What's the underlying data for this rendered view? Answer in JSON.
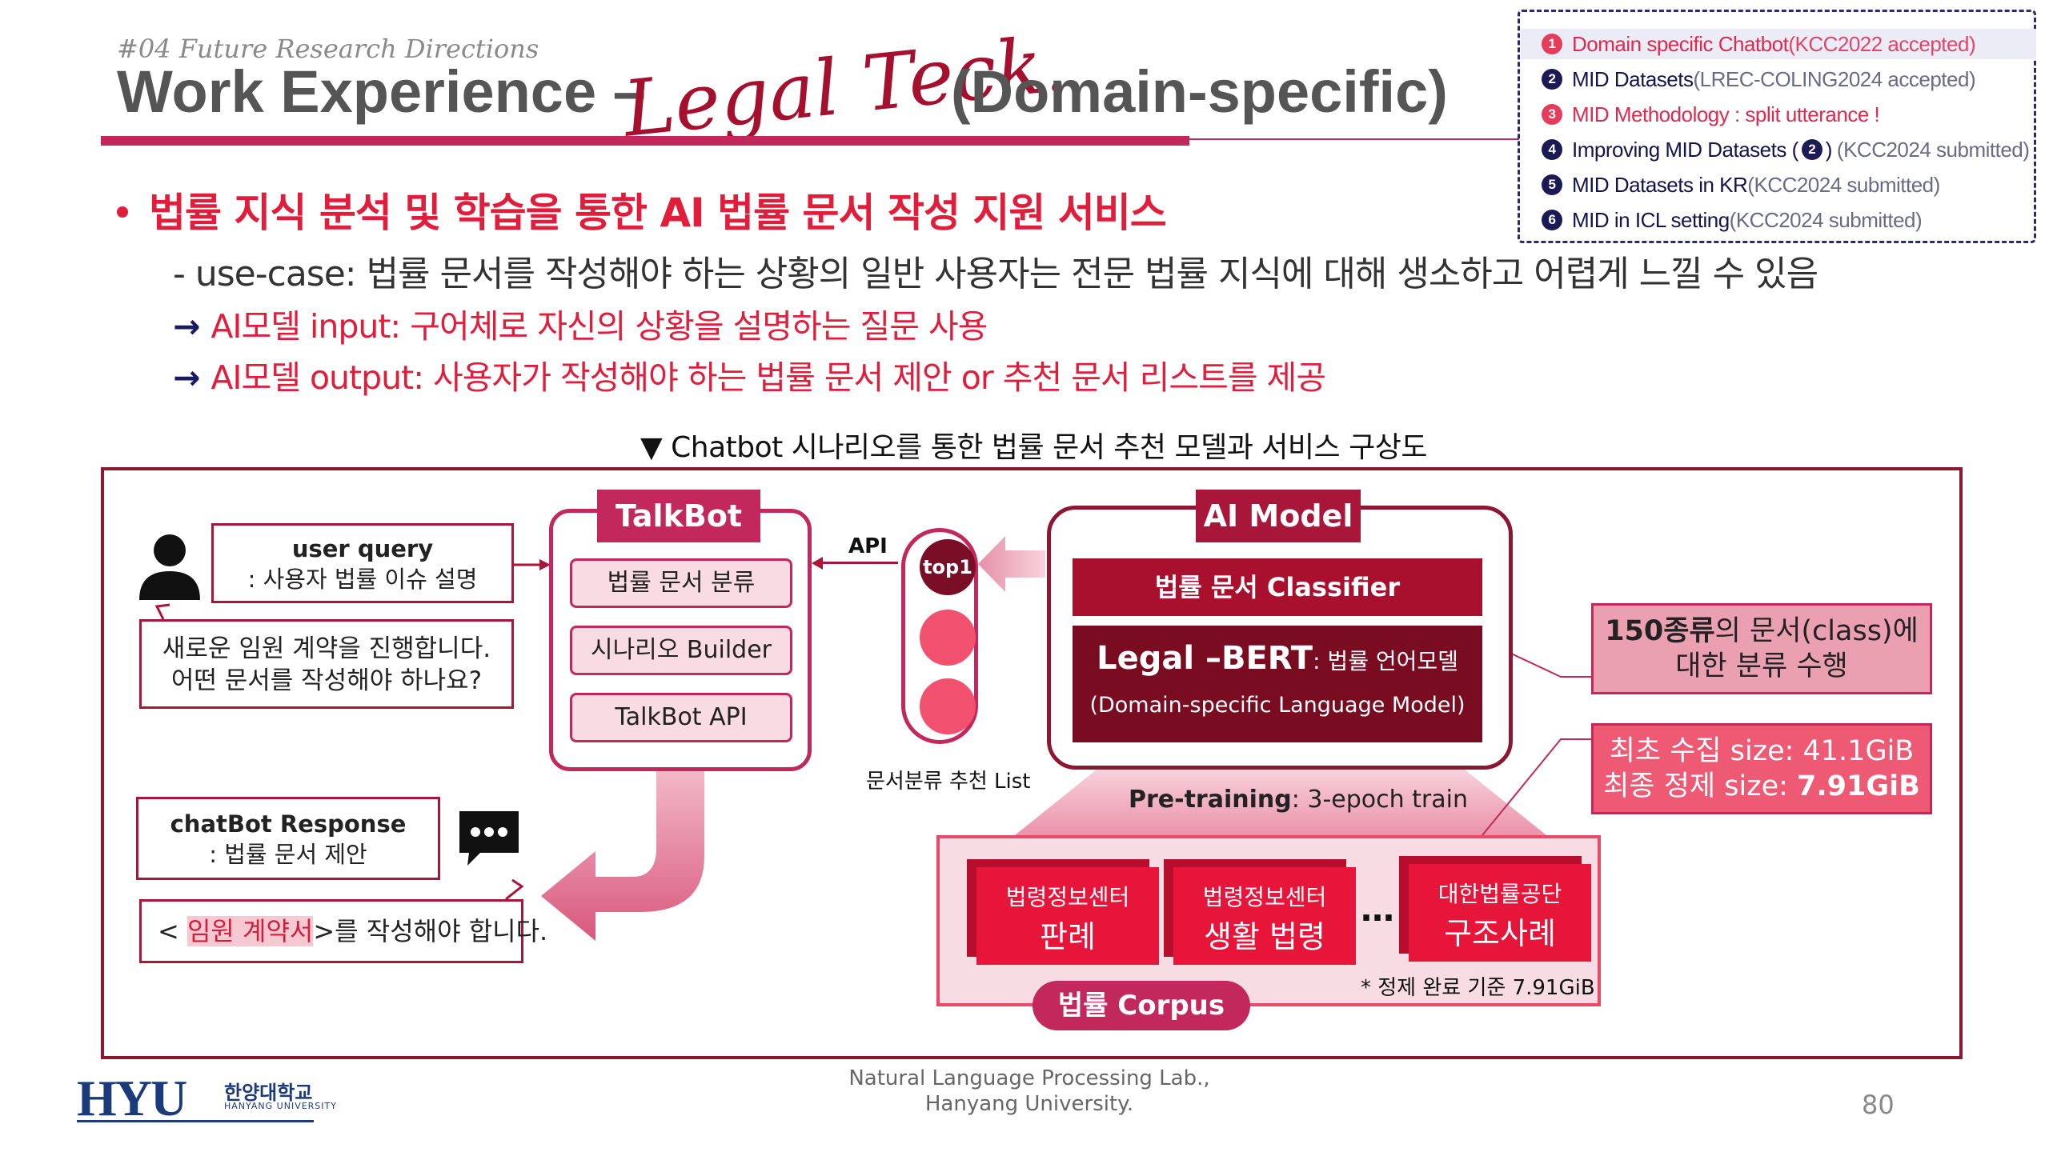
{
  "header": {
    "kicker": "#04 Future Research Directions",
    "title_left": "Work Experience –",
    "title_script": "Legal Teck.",
    "title_right": "(Domain-specific)"
  },
  "notes": {
    "items": [
      {
        "num": "1",
        "main": "Domain specific Chatbot",
        "tail": "(KCC2022 accepted)"
      },
      {
        "num": "2",
        "main": "MID Datasets",
        "tail": "(LREC-COLING2024 accepted)"
      },
      {
        "num": "3",
        "main": "MID Methodology : split utterance !",
        "tail": ""
      },
      {
        "num": "4",
        "main_a": "Improving MID Datasets (",
        "inner_num": "2",
        "main_b": ")",
        "tail": "(KCC2024 submitted)"
      },
      {
        "num": "5",
        "main": "MID Datasets in KR",
        "tail": "(KCC2024 submitted)"
      },
      {
        "num": "6",
        "main": "MID in ICL setting",
        "tail": "(KCC2024 submitted)"
      }
    ]
  },
  "body": {
    "bullet": "법률 지식 분석 및 학습을 통한 AI 법률 문서 작성 지원 서비스",
    "sub1": "-  use-case: 법률 문서를 작성해야 하는 상황의 일반 사용자는 전문 법률 지식에 대해 생소하고 어렵게 느낄 수 있음",
    "arrow": "→",
    "sub2": "AI모델 input: 구어체로 자신의 상황을 설명하는 질문 사용",
    "sub3": "AI모델 output: 사용자가 작성해야 하는 법률 문서 제안 or 추천 문서 리스트를 제공",
    "caption": "▼ Chatbot 시나리오를 통한 법률 문서 추천 모델과 서비스 구상도"
  },
  "diagram": {
    "user_query_title": "user query",
    "user_query_desc": ": 사용자 법률 이슈 설명",
    "user_msg_line1": "새로운 임원 계약을 진행합니다.",
    "user_msg_line2": "어떤 문서를 작성해야 하나요?",
    "response_title": "chatBot Response",
    "response_desc": ": 법률 문서 제안",
    "response_prefix": "< ",
    "response_doc": "임원 계약서",
    "response_suffix": ">를 작성해야 합니다.",
    "talkbot_label": "TalkBot",
    "talkbot_items": [
      "법률 문서 분류",
      "시나리오 Builder",
      "TalkBot API"
    ],
    "api_label": "API",
    "top1": "top1",
    "list_caption": "문서분류 추천 List",
    "ai_label": "AI Model",
    "classifier": "법률 문서 Classifier",
    "bert_title": "Legal –BERT",
    "bert_colon": ": 법률 언어모델",
    "bert_sub": "(Domain-specific Language Model)",
    "pretrain_bold": "Pre-training",
    "pretrain_rest": ": 3-epoch train",
    "side1_bold": "150종류",
    "side1_rest": "의 문서(class)에",
    "side1_line2": "대한 분류 수행",
    "side2_line1": "최초 수집 size: 41.1GiB",
    "side2_line2_a": "최종 정제 size: ",
    "side2_line2_b": "7.91GiB",
    "corpus_docs": [
      {
        "l1": "법령정보센터",
        "l2": "판례"
      },
      {
        "l1": "법령정보센터",
        "l2": "생활 법령"
      },
      {
        "l1": "대한법률공단",
        "l2": "구조사례"
      }
    ],
    "dots": "…",
    "corpus_note": "* 정제 완료 기준 7.91GiB",
    "corpus_label": "법률 Corpus"
  },
  "footer": {
    "logo": "HYU",
    "logo_kr": "한양대학교",
    "logo_en": "HANYANG UNIVERSITY",
    "lab_line1": "Natural Language Processing Lab.,",
    "lab_line2": "Hanyang University.",
    "page": "80"
  },
  "colors": {
    "accent": "#c2285b",
    "dark_red": "#a8163a",
    "bright_red": "#e01e3c",
    "navy": "#14134d"
  }
}
